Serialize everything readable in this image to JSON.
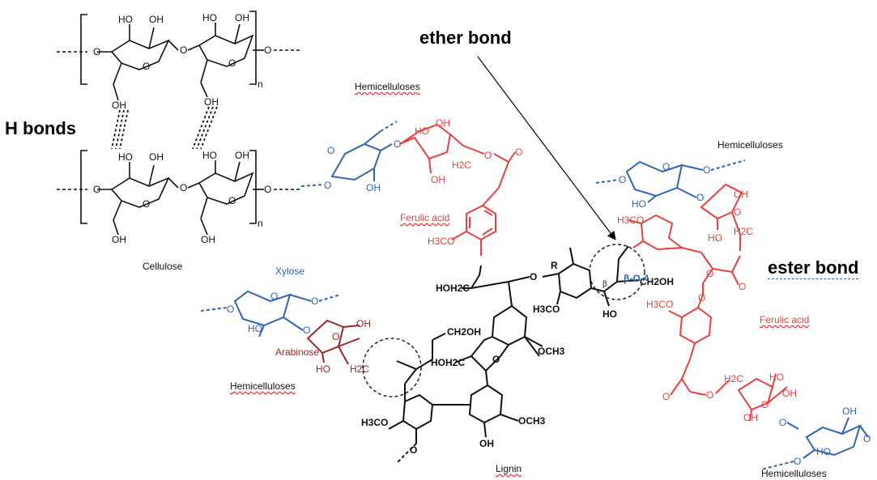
{
  "labels": {
    "h_bonds": "H bonds",
    "ether_bond": "ether bond",
    "ester_bond": "ester bond",
    "cellulose": "Cellulose",
    "hemi_top": "Hemicelluloses",
    "hemi_right": "Hemicelluloses",
    "hemi_left": "Hemicelluloses",
    "hemi_bottom": "Hemicelluloses",
    "ferulic_left": "Ferulic acid",
    "ferulic_right": "Ferulic acid",
    "xylose": "Xylose",
    "arabinose": "Arabinose",
    "lignin": "Lignin"
  },
  "atoms": {
    "ho": "HO",
    "oh": "OH",
    "o": "O",
    "n": "n",
    "r": "R",
    "h3co": "H3CO",
    "och3": "OCH3",
    "hoh2c": "HOH2C",
    "ch2oh": "CH2OH",
    "h2c": "H2C",
    "beta_o_4": "β-O-4",
    "beta": "β"
  },
  "colors": {
    "cellulose": "#111111",
    "hemicellulose": "#2f63b8",
    "ferulic": "#e8403c",
    "arabinose": "#a02426",
    "lignin": "#111111"
  }
}
